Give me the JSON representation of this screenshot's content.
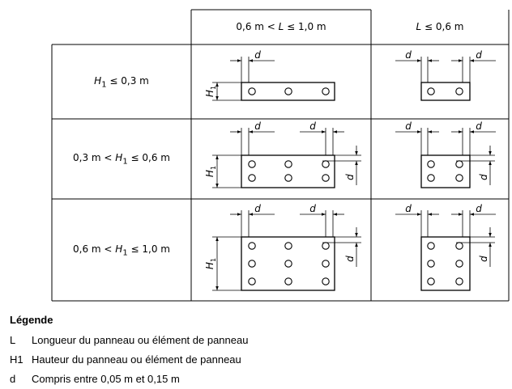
{
  "table": {
    "col_headers": [
      {
        "pre": "0,6 m < ",
        "var": "L",
        "post": " ≤ 1,0 m"
      },
      {
        "pre": "",
        "var": "L",
        "post": " ≤ 0,6 m"
      }
    ],
    "row_headers": [
      {
        "pre": "",
        "var": "H",
        "sub": "1",
        "post": " ≤ 0,3 m"
      },
      {
        "pre": "0,3 m < ",
        "var": "H",
        "sub": "1",
        "post": " ≤ 0,6 m"
      },
      {
        "pre": "0,6 m < ",
        "var": "H",
        "sub": "1",
        "post": " ≤ 1,0 m"
      }
    ],
    "dim_d": "d",
    "dim_h": "H",
    "dim_h_sub": "1"
  },
  "legend": {
    "title": "Légende",
    "items": [
      {
        "symbol": "L",
        "text": "Longueur du panneau ou élément de panneau"
      },
      {
        "symbol": "H1",
        "text": "Hauteur du panneau ou élément de panneau"
      },
      {
        "symbol": "d",
        "text": "Compris entre 0,05 m et 0,15 m"
      }
    ]
  }
}
